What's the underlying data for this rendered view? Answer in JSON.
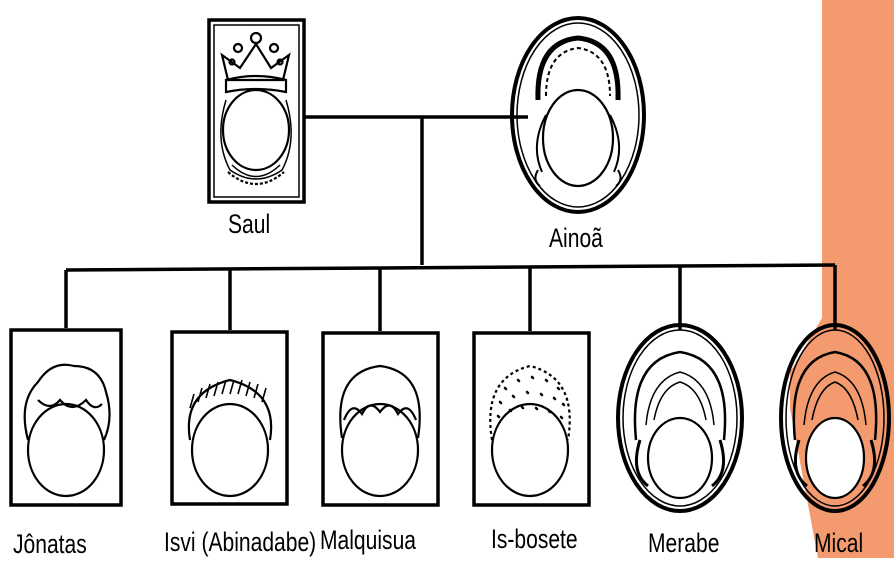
{
  "highlight_color": "#f39a6e",
  "parents": [
    {
      "name": "Saul",
      "icon": "crowned-king-face-icon"
    },
    {
      "name": "Ainoã",
      "icon": "woman-with-tiara-face-icon"
    }
  ],
  "children": [
    {
      "name": "Jônatas",
      "icon": "boy-wavy-hair-face-icon"
    },
    {
      "name": "Isvi (Abinadabe)",
      "icon": "boy-spiky-hair-face-icon"
    },
    {
      "name": "Malquisua",
      "icon": "boy-curly-bangs-face-icon"
    },
    {
      "name": "Is-bosete",
      "icon": "boy-dotted-hair-face-icon"
    },
    {
      "name": "Merabe",
      "icon": "girl-long-hair-face-icon"
    },
    {
      "name": "Mical",
      "icon": "girl-long-hair-face-icon",
      "highlighted": true
    }
  ]
}
